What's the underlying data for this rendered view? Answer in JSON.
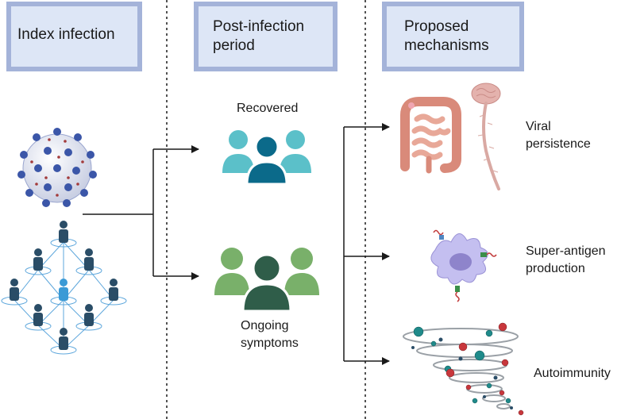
{
  "columns": {
    "index": {
      "title": "Index infection"
    },
    "post": {
      "title": "Post-infection period"
    },
    "mech": {
      "title": "Proposed mechanisms"
    }
  },
  "outcomes": {
    "recovered": "Recovered",
    "ongoing": "Ongoing symptoms"
  },
  "mechanisms": {
    "viral": "Viral persistence",
    "superantigen": "Super-antigen production",
    "autoimmunity": "Autoimmunity"
  },
  "colors": {
    "header_fill": "#dde6f6",
    "header_border": "#a4b3d9",
    "recovered_light": "#5bc0c9",
    "recovered_dark": "#0b6a8a",
    "ongoing_light": "#79b06a",
    "ongoing_dark": "#2f5d49",
    "virus": "#3b56a8",
    "people": "#2a4d67",
    "people_highlight": "#3a9ad6"
  },
  "icons": [
    "virus-icon",
    "population-network-icon",
    "recovered-people-icon",
    "symptomatic-people-icon",
    "gut-icon",
    "brain-spinal-cord-icon",
    "immune-cell-icon",
    "autoimmunity-tornado-icon"
  ]
}
